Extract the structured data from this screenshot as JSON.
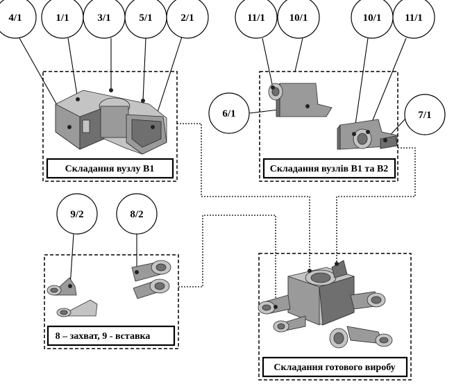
{
  "balloons": {
    "b41": "4/1",
    "b11": "1/1",
    "b31": "3/1",
    "b51": "5/1",
    "b21": "2/1",
    "b111a": "11/1",
    "b101a": "10/1",
    "b101b": "10/1",
    "b111b": "11/1",
    "b61": "6/1",
    "b71": "7/1",
    "b92": "9/2",
    "b82": "8/2"
  },
  "boxes": {
    "b1_label": "Складання вузлу В1",
    "b1b2_label": "Складання вузлів  В1 та В2",
    "insert_label": "8 – захват, 9 - вставка",
    "final_label": "Складання готового виробу"
  }
}
